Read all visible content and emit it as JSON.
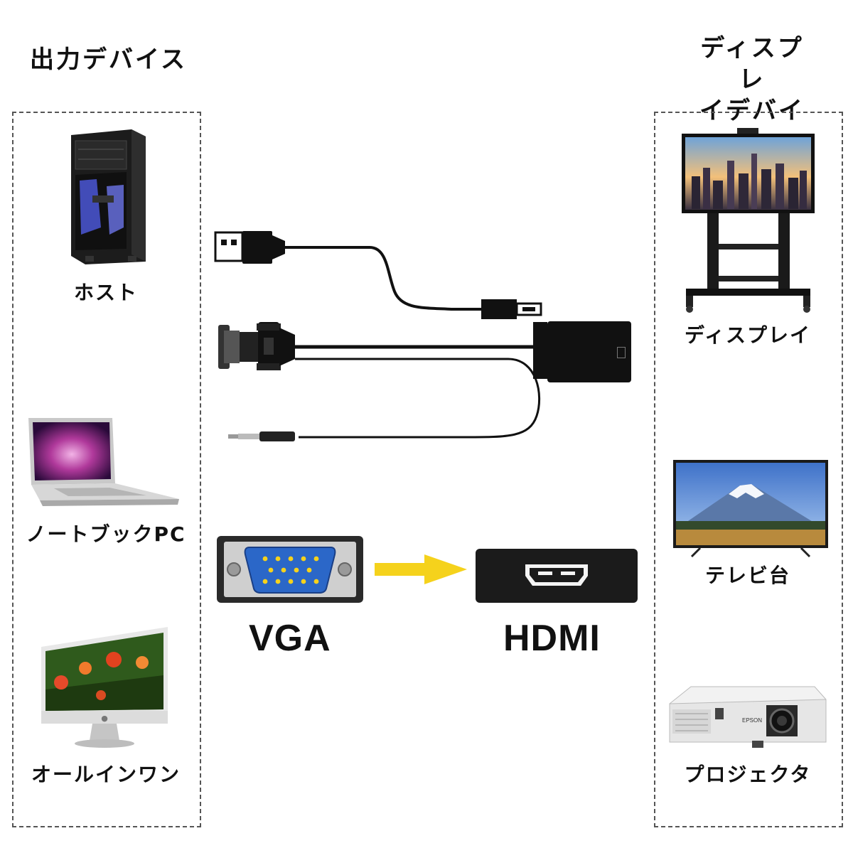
{
  "left": {
    "heading": "出力デバイス",
    "devices": [
      {
        "label": "ホスト",
        "icon": "desktop-tower-icon"
      },
      {
        "label": "ノートブックPC",
        "icon": "laptop-icon"
      },
      {
        "label": "オールインワン",
        "icon": "all-in-one-pc-icon"
      }
    ]
  },
  "right": {
    "heading_line1": "ディスプレ",
    "heading_line2": "イデバイス",
    "devices": [
      {
        "label": "ディスプレイ",
        "icon": "display-stand-icon"
      },
      {
        "label": "テレビ台",
        "icon": "tv-icon"
      },
      {
        "label": "プロジェクタ",
        "icon": "projector-icon"
      }
    ]
  },
  "center": {
    "input_label": "VGA",
    "output_label": "HDMI",
    "arrow_color": "#f5d21c",
    "vga_color": "#2b67c8",
    "projector_brand": "EPSON"
  }
}
